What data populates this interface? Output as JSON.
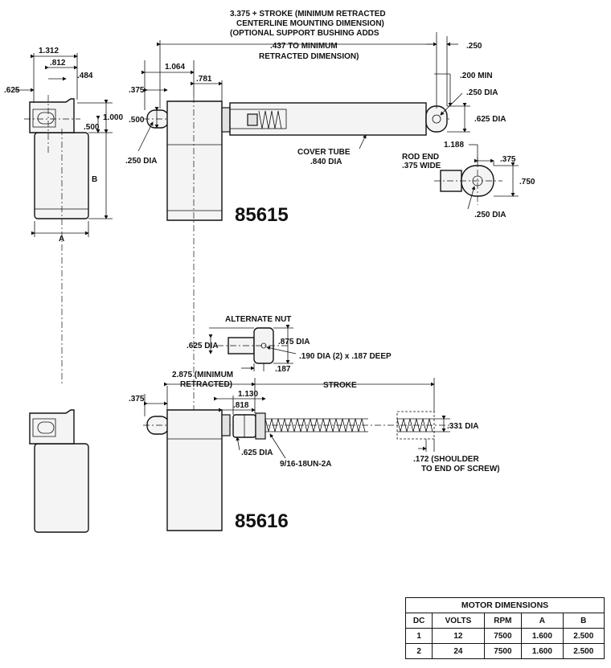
{
  "top": {
    "model": "85615",
    "mounting_note": [
      "3.375 + STROKE (MINIMUM RETRACTED",
      "CENTERLINE MOUNTING DIMENSION)",
      "(OPTIONAL SUPPORT BUSHING ADDS",
      ".437 TO MINIMUM",
      "RETRACTED DIMENSION)"
    ],
    "dims": {
      "d1312": "1.312",
      "d812": ".812",
      "d484": ".484",
      "d625": ".625",
      "d1000": "1.000",
      "d500a": ".500",
      "dB": "B",
      "dA": "A",
      "d375": ".375",
      "d1064": "1.064",
      "d781": ".781",
      "d500b": ".500",
      "d250dia": ".250 DIA",
      "d250": ".250",
      "d200min": ".200 MIN",
      "d250dia2": ".250 DIA",
      "d625dia": ".625 DIA",
      "cover_tube": "COVER TUBE",
      "cover_dia": ".840 DIA",
      "d1188": "1.188",
      "rod_end": "ROD END",
      "rod_wide": ".375 WIDE",
      "d375b": ".375",
      "d750": ".750",
      "d250dia3": ".250 DIA"
    }
  },
  "bottom": {
    "model": "85616",
    "dims": {
      "alt_nut": "ALTERNATE NUT",
      "d625dia": ".625 DIA",
      "d875dia": ".875 DIA",
      "d190": ".190 DIA (2) x .187 DEEP",
      "d187": ".187",
      "d2875a": "2.875 (MINIMUM",
      "d2875b": "RETRACTED)",
      "stroke": "STROKE",
      "d375": ".375",
      "d1130": "1.130",
      "d818": ".818",
      "d625dia2": ".625 DIA",
      "thread": "9/16-18UN-2A",
      "d331": ".331 DIA",
      "d172a": ".172 (SHOULDER",
      "d172b": "TO END OF SCREW)"
    }
  },
  "motor_table": {
    "title": "MOTOR DIMENSIONS",
    "headers": [
      "DC",
      "VOLTS",
      "RPM",
      "A",
      "B"
    ],
    "rows": [
      [
        "1",
        "12",
        "7500",
        "1.600",
        "2.500"
      ],
      [
        "2",
        "24",
        "7500",
        "1.600",
        "2.500"
      ]
    ]
  }
}
